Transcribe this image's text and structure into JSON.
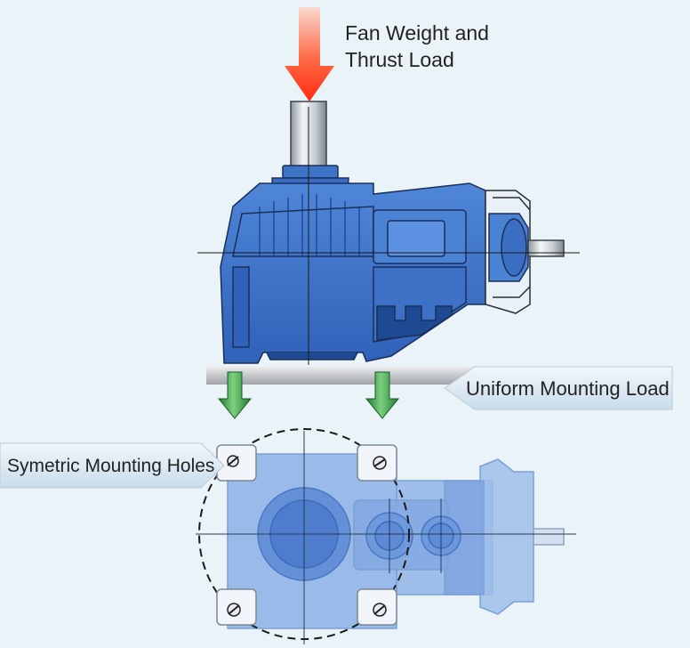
{
  "labels": {
    "fan_load": "Fan Weight and\nThrust Load",
    "uniform_load": "Uniform Mounting Load",
    "mounting_holes": "Symetric Mounting Holes"
  },
  "colors": {
    "background": "#eaf3f8",
    "housing_blue": "#3d72c8",
    "housing_dark": "#1f4e9a",
    "load_arrow_red": "#ff3a1a",
    "mount_arrow_green": "#2e9a3e",
    "plan_view_blue": "#8fb2e6",
    "callout_fill": "#dce8f3"
  },
  "icons": {
    "load_arrow": "red-down-arrow",
    "mounting_arrows": "green-down-arrow",
    "holes": "slotted-bolt-icon"
  }
}
